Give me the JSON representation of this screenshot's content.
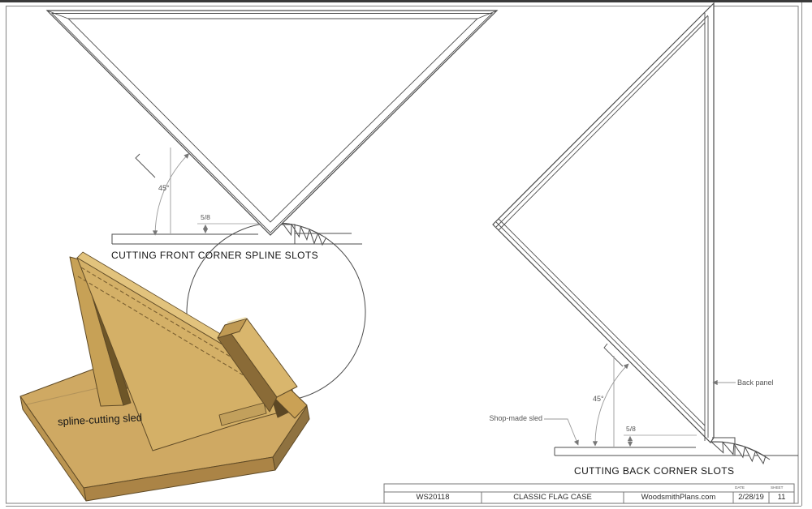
{
  "front_view": {
    "caption": "CUTTING FRONT CORNER SPLINE SLOTS",
    "angle": "45°",
    "depth": "5/8"
  },
  "back_view": {
    "caption": "CUTTING BACK CORNER SLOTS",
    "angle": "45°",
    "depth": "5/8",
    "back_panel": "Back panel",
    "sled_note": "Shop-made sled"
  },
  "sled_illustration": {
    "label": "spline-cutting sled"
  },
  "title_block": {
    "plan_number": "WS20118",
    "plan_title": "CLASSIC FLAG CASE",
    "website": "WoodsmithPlans.com",
    "date_label": "DATE",
    "date": "2/28/19",
    "sheet_label": "SHEET",
    "sheet_number": "11"
  },
  "colors": {
    "line": "#4d4d4d",
    "dim_line": "#999999",
    "wood_light": "#d4b067",
    "wood_medium": "#b18c4d",
    "wood_dark": "#8a6f3e",
    "wood_shadow": "#5c4724",
    "text": "#141414"
  }
}
